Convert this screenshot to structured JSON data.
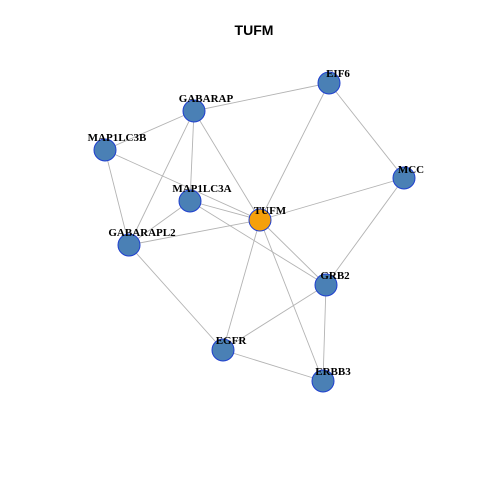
{
  "title": "TUFM",
  "colors": {
    "center_node": "#f5a00a",
    "other_node": "#4a80b5",
    "node_border": "#1f3fcf",
    "edge": "#b3b3b3"
  },
  "nodes": [
    {
      "id": "TUFM",
      "label": "TUFM",
      "center": true
    },
    {
      "id": "EIF6",
      "label": "EIF6",
      "center": false
    },
    {
      "id": "GABARAP",
      "label": "GABARAP",
      "center": false
    },
    {
      "id": "MAP1LC3B",
      "label": "MAP1LC3B",
      "center": false
    },
    {
      "id": "MCC",
      "label": "MCC",
      "center": false
    },
    {
      "id": "MAP1LC3A",
      "label": "MAP1LC3A",
      "center": false
    },
    {
      "id": "GABARAPL2",
      "label": "GABARAPL2",
      "center": false
    },
    {
      "id": "GRB2",
      "label": "GRB2",
      "center": false
    },
    {
      "id": "EGFR",
      "label": "EGFR",
      "center": false
    },
    {
      "id": "ERBB3",
      "label": "ERBB3",
      "center": false
    }
  ],
  "edges": [
    [
      "GABARAP",
      "EIF6"
    ],
    [
      "EIF6",
      "MCC"
    ],
    [
      "EIF6",
      "TUFM"
    ],
    [
      "GABARAP",
      "MAP1LC3B"
    ],
    [
      "GABARAP",
      "MAP1LC3A"
    ],
    [
      "GABARAP",
      "GABARAPL2"
    ],
    [
      "GABARAP",
      "TUFM"
    ],
    [
      "MAP1LC3B",
      "GABARAPL2"
    ],
    [
      "MAP1LC3B",
      "TUFM"
    ],
    [
      "MAP1LC3A",
      "TUFM"
    ],
    [
      "MAP1LC3A",
      "GABARAPL2"
    ],
    [
      "MAP1LC3A",
      "GRB2"
    ],
    [
      "GABARAPL2",
      "TUFM"
    ],
    [
      "GABARAPL2",
      "EGFR"
    ],
    [
      "TUFM",
      "MCC"
    ],
    [
      "TUFM",
      "GRB2"
    ],
    [
      "TUFM",
      "EGFR"
    ],
    [
      "TUFM",
      "ERBB3"
    ],
    [
      "MCC",
      "GRB2"
    ],
    [
      "GRB2",
      "EGFR"
    ],
    [
      "GRB2",
      "ERBB3"
    ],
    [
      "EGFR",
      "ERBB3"
    ]
  ]
}
